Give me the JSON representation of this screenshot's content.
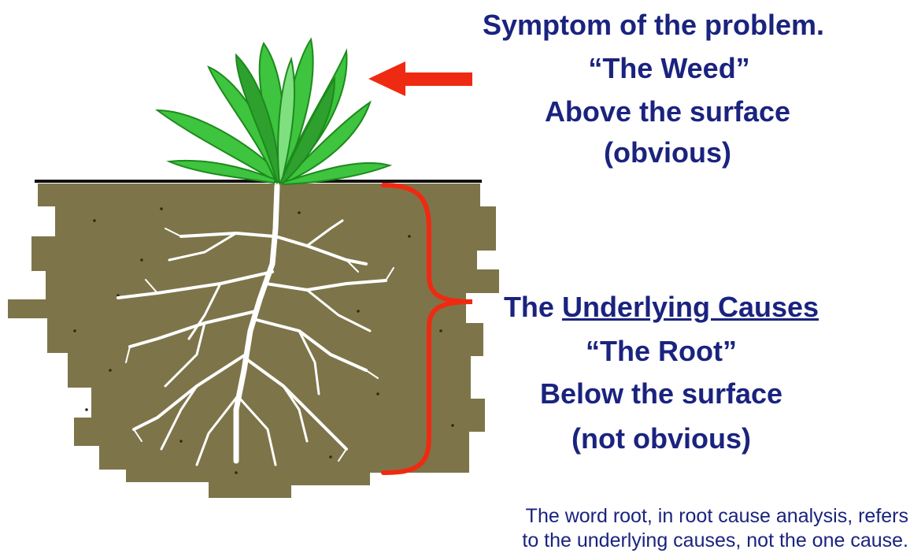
{
  "symptom": {
    "line1": "Symptom of the problem.",
    "line2": "“The Weed”",
    "line3": "Above the surface",
    "line4": "(obvious)"
  },
  "causes": {
    "prefix": "The ",
    "underlined": "Underlying Causes",
    "line2": "“The Root”",
    "line3": "Below the surface",
    "line4": "(not obvious)"
  },
  "note": {
    "line1": "The word root, in root cause analysis, refers",
    "line2": "to the underlying causes, not the one cause."
  },
  "colors": {
    "text": "#1a237e",
    "soil": "#7d7549",
    "leaves": "#3ec43e",
    "roots": "#ffffff",
    "accent": "#ef2a12"
  }
}
